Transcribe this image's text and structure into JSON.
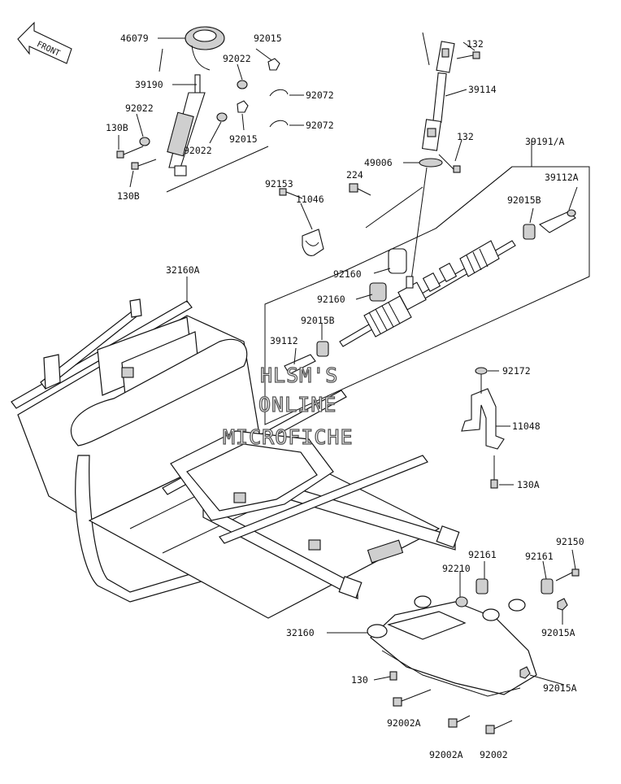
{
  "direction_tag": "FRONT",
  "watermark": {
    "line1": "HLSM'S",
    "line2": "ONLINE",
    "line3": "MICROFICHE"
  },
  "labels": {
    "p46079": "46079",
    "p92015_top": "92015",
    "p92022_a": "92022",
    "p39190": "39190",
    "p92072_a": "92072",
    "p92022_b": "92022",
    "p130B_a": "130B",
    "p92015_mid": "92015",
    "p92072_b": "92072",
    "p92022_c": "92022",
    "p130B_b": "130B",
    "p132_a": "132",
    "p39114": "39114",
    "p132_b": "132",
    "p49006": "49006",
    "p39191A": "39191/A",
    "p224": "224",
    "p92153": "92153",
    "p11046": "11046",
    "p39112A": "39112A",
    "p92015B_a": "92015B",
    "p92160_a": "92160",
    "p92160_b": "92160",
    "p92015B_b": "92015B",
    "p39112": "39112",
    "p32160A": "32160A",
    "p92172": "92172",
    "p11048": "11048",
    "p130A": "130A",
    "p92150": "92150",
    "p92161_a": "92161",
    "p92161_b": "92161",
    "p92210": "92210",
    "p92015A_a": "92015A",
    "p32160": "32160",
    "p130": "130",
    "p92015A_b": "92015A",
    "p92002A_a": "92002A",
    "p92002A_b": "92002A",
    "p92002": "92002"
  }
}
